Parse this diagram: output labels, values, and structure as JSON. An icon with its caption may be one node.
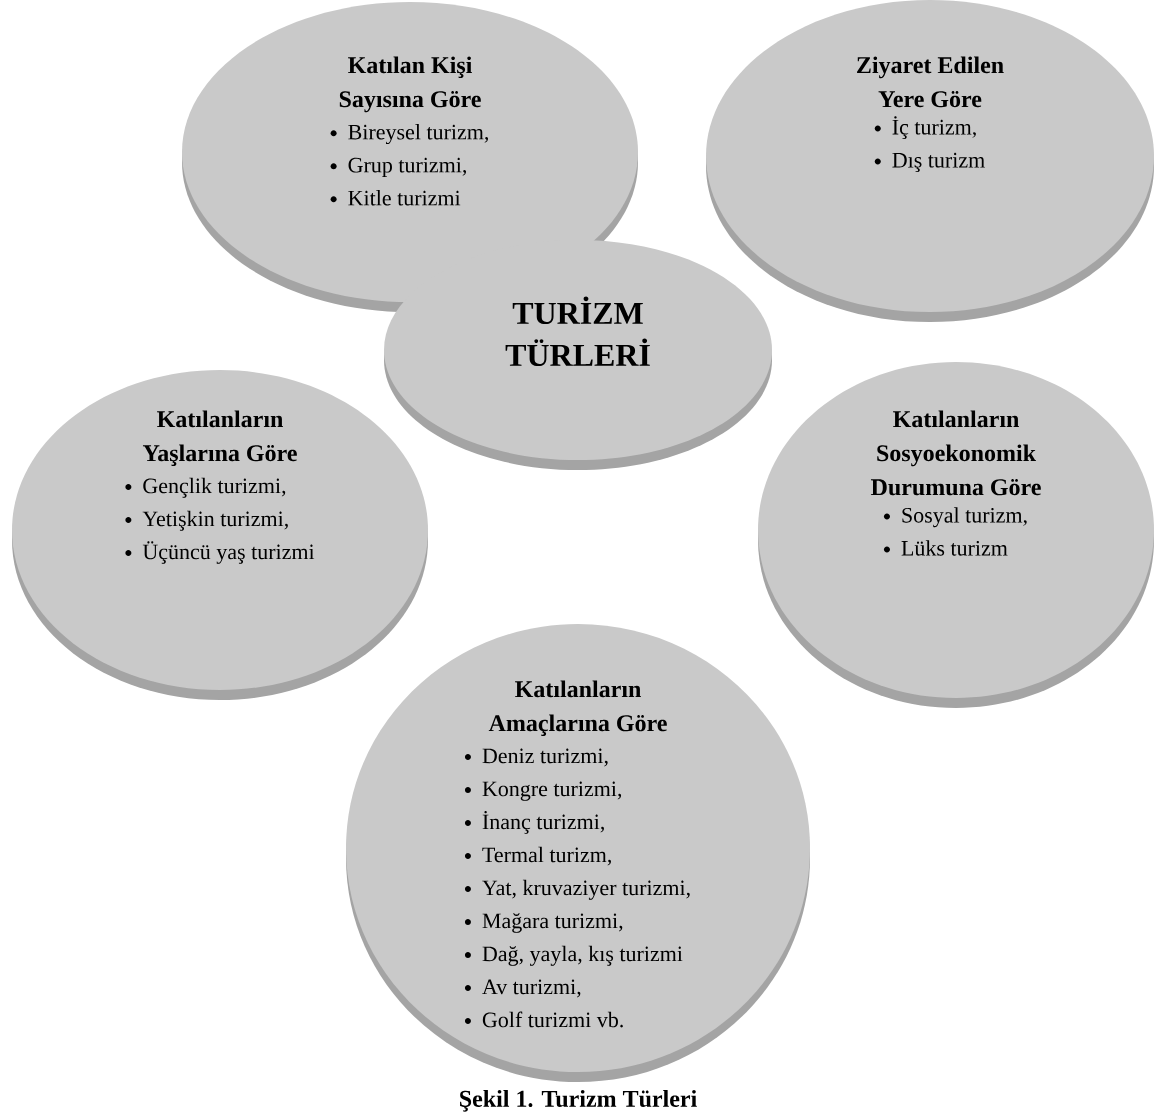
{
  "diagram": {
    "caption": "Şekil 1. Turizm Türleri",
    "nodes": [
      {
        "text": [
          "Katılan Kişi Sayısına Göre",
          "Bireysel turizm,",
          "Grup turizmi,",
          "Kitle turizmi"
        ]
      },
      {
        "text": [
          "Ziyaret Edilen Yere Göre",
          "İç turizm,",
          "Dış turizm"
        ]
      },
      {
        "text": [
          "TURİZM TÜRLERİ"
        ]
      },
      {
        "text": [
          "Katılanların Yaşlarına Göre",
          "Gençlik turizmi,",
          "Yetişkin turizmi,",
          "Üçüncü yaş turizmi"
        ]
      },
      {
        "text": [
          "Katılanların Sosyoekonomik Durumuna Göre",
          "Sosyal turizm,",
          "Lüks turizm"
        ]
      },
      {
        "text": [
          "Katılanların Amaçlarına Göre",
          "Deniz turizmi,",
          "Kongre turizmi,",
          "İnanç turizmi,",
          "Termal turizm,",
          "Yat, kruvaziyer turizmi,",
          "Mağara turizmi,",
          "Dağ, yayla, kış turizmi",
          "Av turizmi,",
          "Golf turizmi vb."
        ]
      }
    ],
    "edges": []
  }
}
